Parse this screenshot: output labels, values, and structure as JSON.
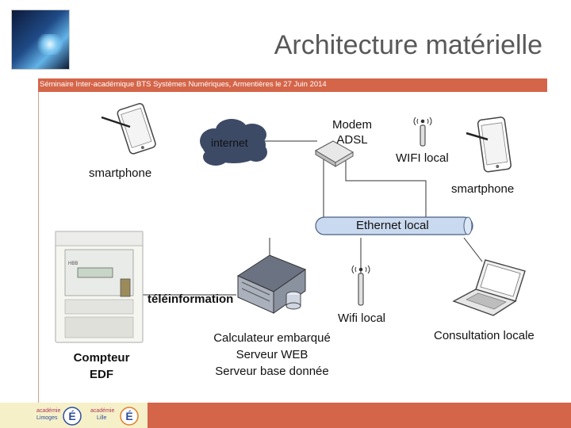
{
  "slide": {
    "title": "Architecture matérielle",
    "subtitle": "Séminaire Inter-académique BTS Systèmes Numériques, Armentières le 27 Juin 2014"
  },
  "diagram": {
    "internet_label": "internet",
    "modem_label_line1": "Modem",
    "modem_label_line2": "ADSL",
    "wifi_local_top": "WIFI local",
    "smartphone_left": "smartphone",
    "smartphone_right": "smartphone",
    "ethernet_label": "Ethernet local",
    "teleinfo_label": "téléinformation",
    "wifi_local_bottom": "Wifi local",
    "consultation_label": "Consultation locale",
    "calculateur_line1": "Calculateur embarqué",
    "calculateur_line2": "Serveur WEB",
    "calculateur_line3": "Serveur base donnée",
    "compteur_line1": "Compteur",
    "compteur_line2": "EDF",
    "meter_brand": "HBB"
  },
  "footer": {
    "logo1_line1": "académie",
    "logo1_line2": "Limoges",
    "logo2_line1": "académie",
    "logo2_line2": "Lille"
  },
  "colors": {
    "accent": "#d46549",
    "title_text": "#595959",
    "ethernet_fill": "#c9d9ef",
    "cloud": "#3c4a66",
    "footer_left": "#f5f0c8"
  }
}
